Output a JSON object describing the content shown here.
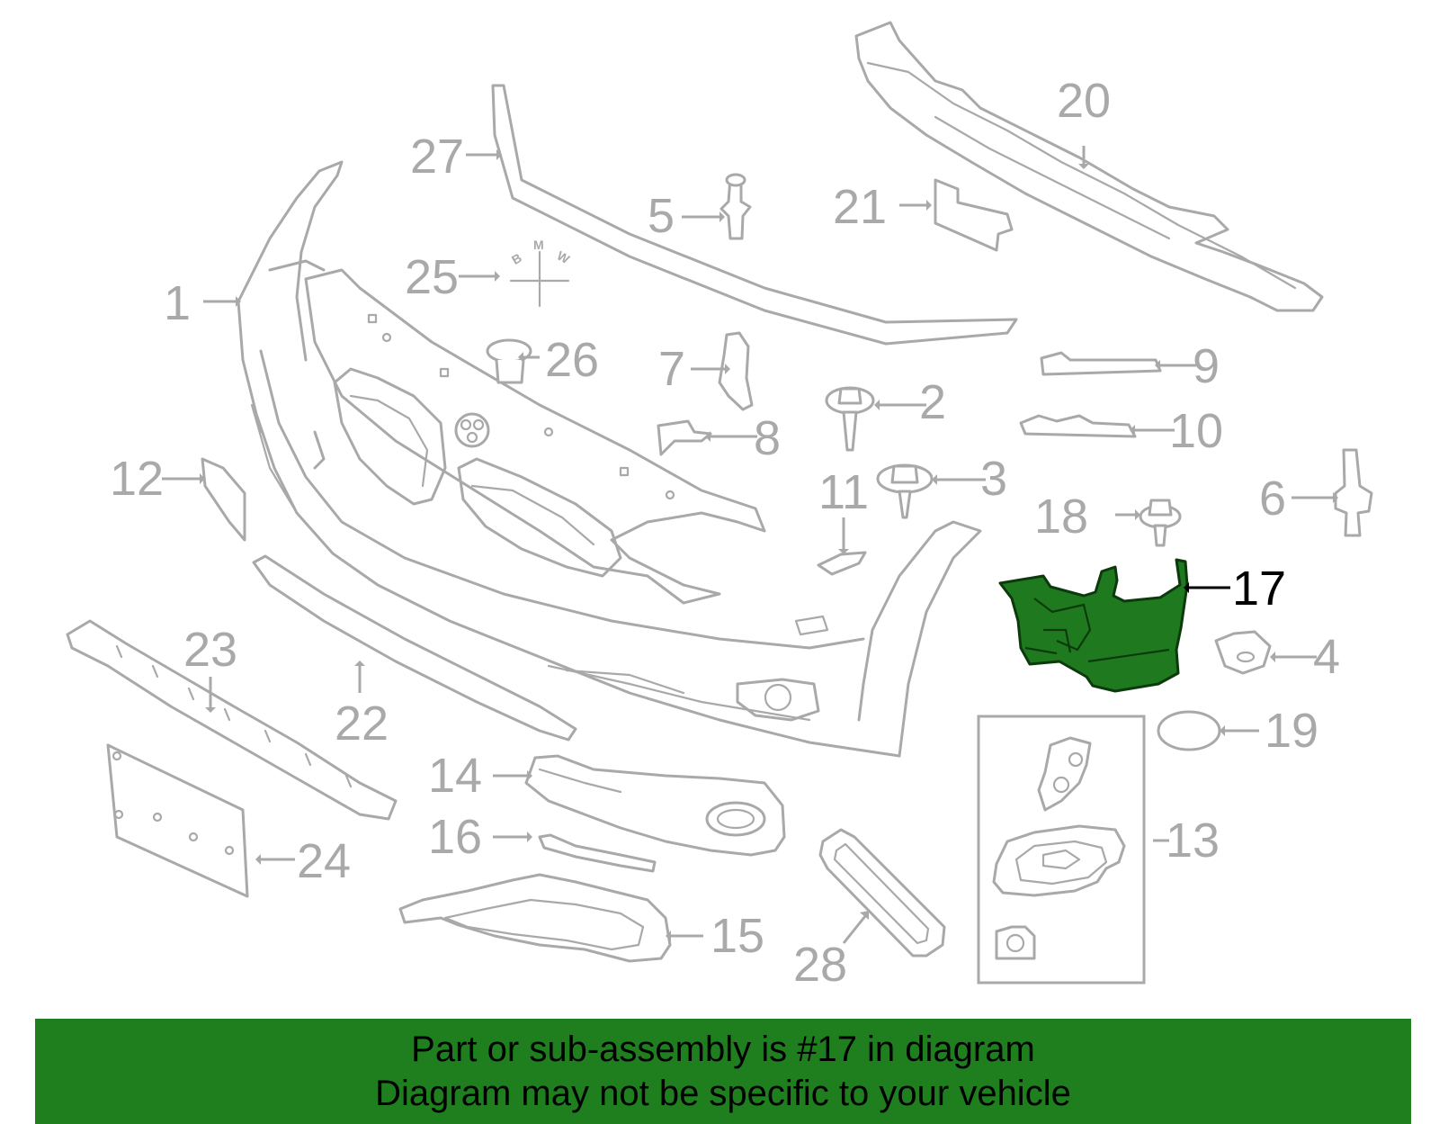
{
  "diagram": {
    "highlighted_part": "17",
    "callouts": [
      {
        "id": "1",
        "label": "1"
      },
      {
        "id": "2",
        "label": "2"
      },
      {
        "id": "3",
        "label": "3"
      },
      {
        "id": "4",
        "label": "4"
      },
      {
        "id": "5",
        "label": "5"
      },
      {
        "id": "6",
        "label": "6"
      },
      {
        "id": "7",
        "label": "7"
      },
      {
        "id": "8",
        "label": "8"
      },
      {
        "id": "9",
        "label": "9"
      },
      {
        "id": "10",
        "label": "10"
      },
      {
        "id": "11",
        "label": "11"
      },
      {
        "id": "12",
        "label": "12"
      },
      {
        "id": "13",
        "label": "13"
      },
      {
        "id": "14",
        "label": "14"
      },
      {
        "id": "15",
        "label": "15"
      },
      {
        "id": "16",
        "label": "16"
      },
      {
        "id": "17",
        "label": "17"
      },
      {
        "id": "18",
        "label": "18"
      },
      {
        "id": "19",
        "label": "19"
      },
      {
        "id": "20",
        "label": "20"
      },
      {
        "id": "21",
        "label": "21"
      },
      {
        "id": "22",
        "label": "22"
      },
      {
        "id": "23",
        "label": "23"
      },
      {
        "id": "24",
        "label": "24"
      },
      {
        "id": "25",
        "label": "25"
      },
      {
        "id": "26",
        "label": "26"
      },
      {
        "id": "27",
        "label": "27"
      },
      {
        "id": "28",
        "label": "28"
      }
    ],
    "emblem_letters": {
      "b": "B",
      "m": "M",
      "w": "W"
    }
  },
  "banner": {
    "line1": "Part or sub-assembly is #17 in diagram",
    "line2": "Diagram may not be specific to your vehicle"
  },
  "colors": {
    "part_stroke": "#a9a9a9",
    "highlight_fill": "#1f7a1f",
    "banner_bg": "#1f7f1f",
    "text": "#000000"
  }
}
